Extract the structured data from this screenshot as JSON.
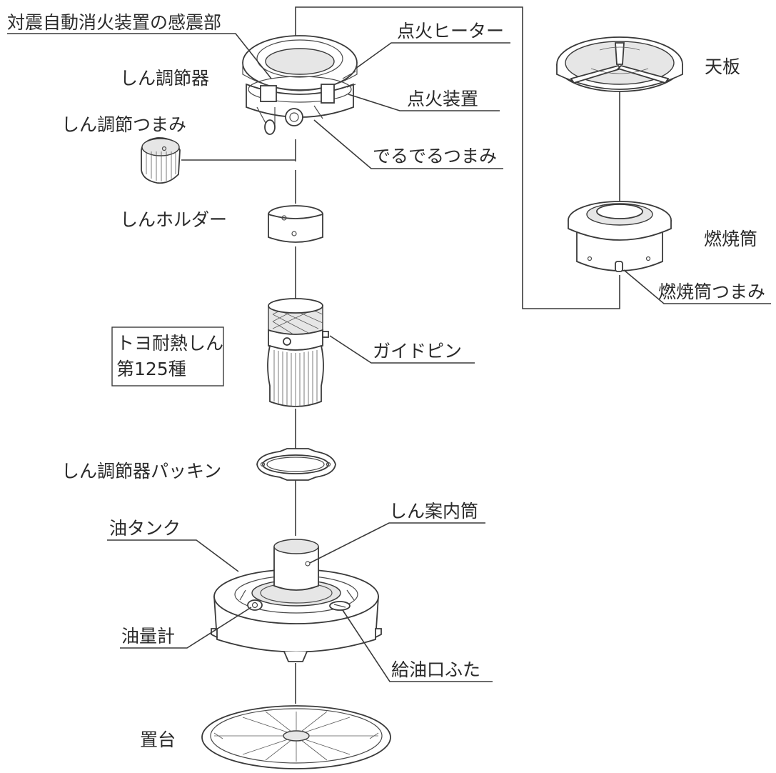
{
  "labels": {
    "seismic_sensor": "対震自動消火装置の感震部",
    "igniter_heater": "点火ヒーター",
    "top_plate": "天板",
    "wick_adjuster": "しん調節器",
    "ignition_device": "点火装置",
    "wick_adjust_knob": "しん調節つまみ",
    "deru_knob": "でるでるつまみ",
    "wick_holder": "しんホルダー",
    "combustion_cylinder": "燃焼筒",
    "combustion_cylinder_knob": "燃焼筒つまみ",
    "wick_name_line1": "トヨ耐熱しん",
    "wick_name_line2": "第125種",
    "guide_pin": "ガイドピン",
    "adjuster_packing": "しん調節器パッキン",
    "wick_guide_tube": "しん案内筒",
    "oil_tank": "油タンク",
    "oil_gauge": "油量計",
    "fuel_cap": "給油口ふた",
    "base_stand": "置台"
  }
}
